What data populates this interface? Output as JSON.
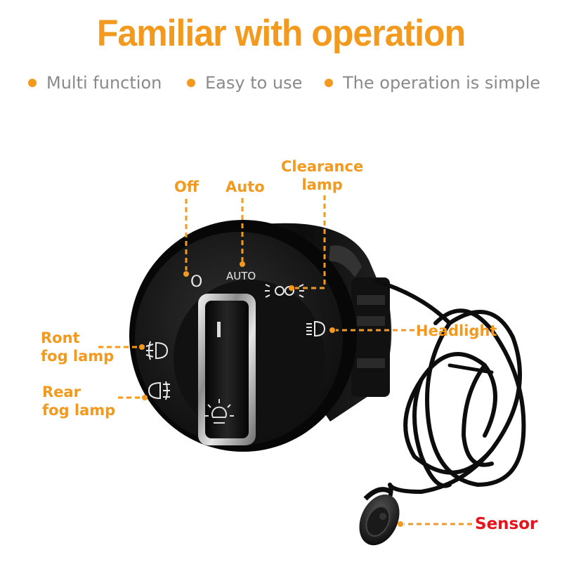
{
  "title": "Familiar with operation",
  "features": [
    {
      "label": "Multi function"
    },
    {
      "label": "Easy to use"
    },
    {
      "label": "The operation is simple"
    }
  ],
  "callouts": {
    "off": {
      "lines": [
        "Off"
      ]
    },
    "auto": {
      "lines": [
        "Auto"
      ]
    },
    "clearance": {
      "lines": [
        "Clearance",
        "lamp"
      ]
    },
    "headlight": {
      "lines": [
        "Headlight"
      ]
    },
    "front_fog": {
      "lines": [
        "Ront",
        "fog lamp"
      ]
    },
    "rear_fog": {
      "lines": [
        "Rear",
        "fog lamp"
      ]
    },
    "sensor": {
      "lines": [
        "Sensor"
      ]
    }
  },
  "dial": {
    "auto_marking": "AUTO"
  },
  "colors": {
    "accent": "#f39a1e",
    "sensor_label": "#e8141c",
    "feature_text": "#8a8a8a",
    "body": "#141414"
  }
}
